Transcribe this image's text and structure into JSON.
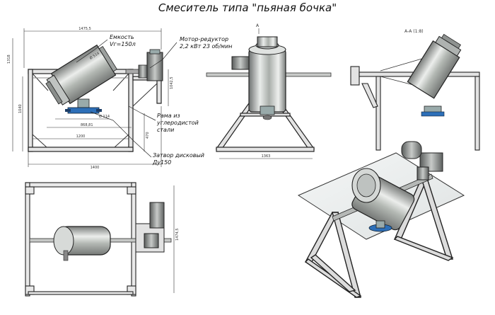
{
  "title": "Смеситель типа \"пьяная бочка\"",
  "labels": {
    "capacity_line1": "Емкость",
    "capacity_line2": "Vг=150л",
    "motor_line1": "Мотор-редуктор",
    "motor_line2": "2,2 кВт 23 об/мин",
    "frame_line1": "Рама из",
    "frame_line2": "углеродистой",
    "frame_line3": "стали",
    "valve_line1": "Затвор дисковый",
    "valve_line2": "Ду150",
    "section": "А-А (1:8)",
    "cut_mark": "А"
  },
  "dimensions": {
    "front_overall_width": "1475,5",
    "front_height": "1318",
    "front_height_b": "1040",
    "front_height_c": "1042,5",
    "front_height_d": "470",
    "front_diameter": "Ø 514",
    "front_dim_a": "Ø 114",
    "front_dim_b": "868,81",
    "front_base": "1200",
    "front_base_total": "1400",
    "side_base": "1363",
    "plan_height": "1474,5"
  }
}
